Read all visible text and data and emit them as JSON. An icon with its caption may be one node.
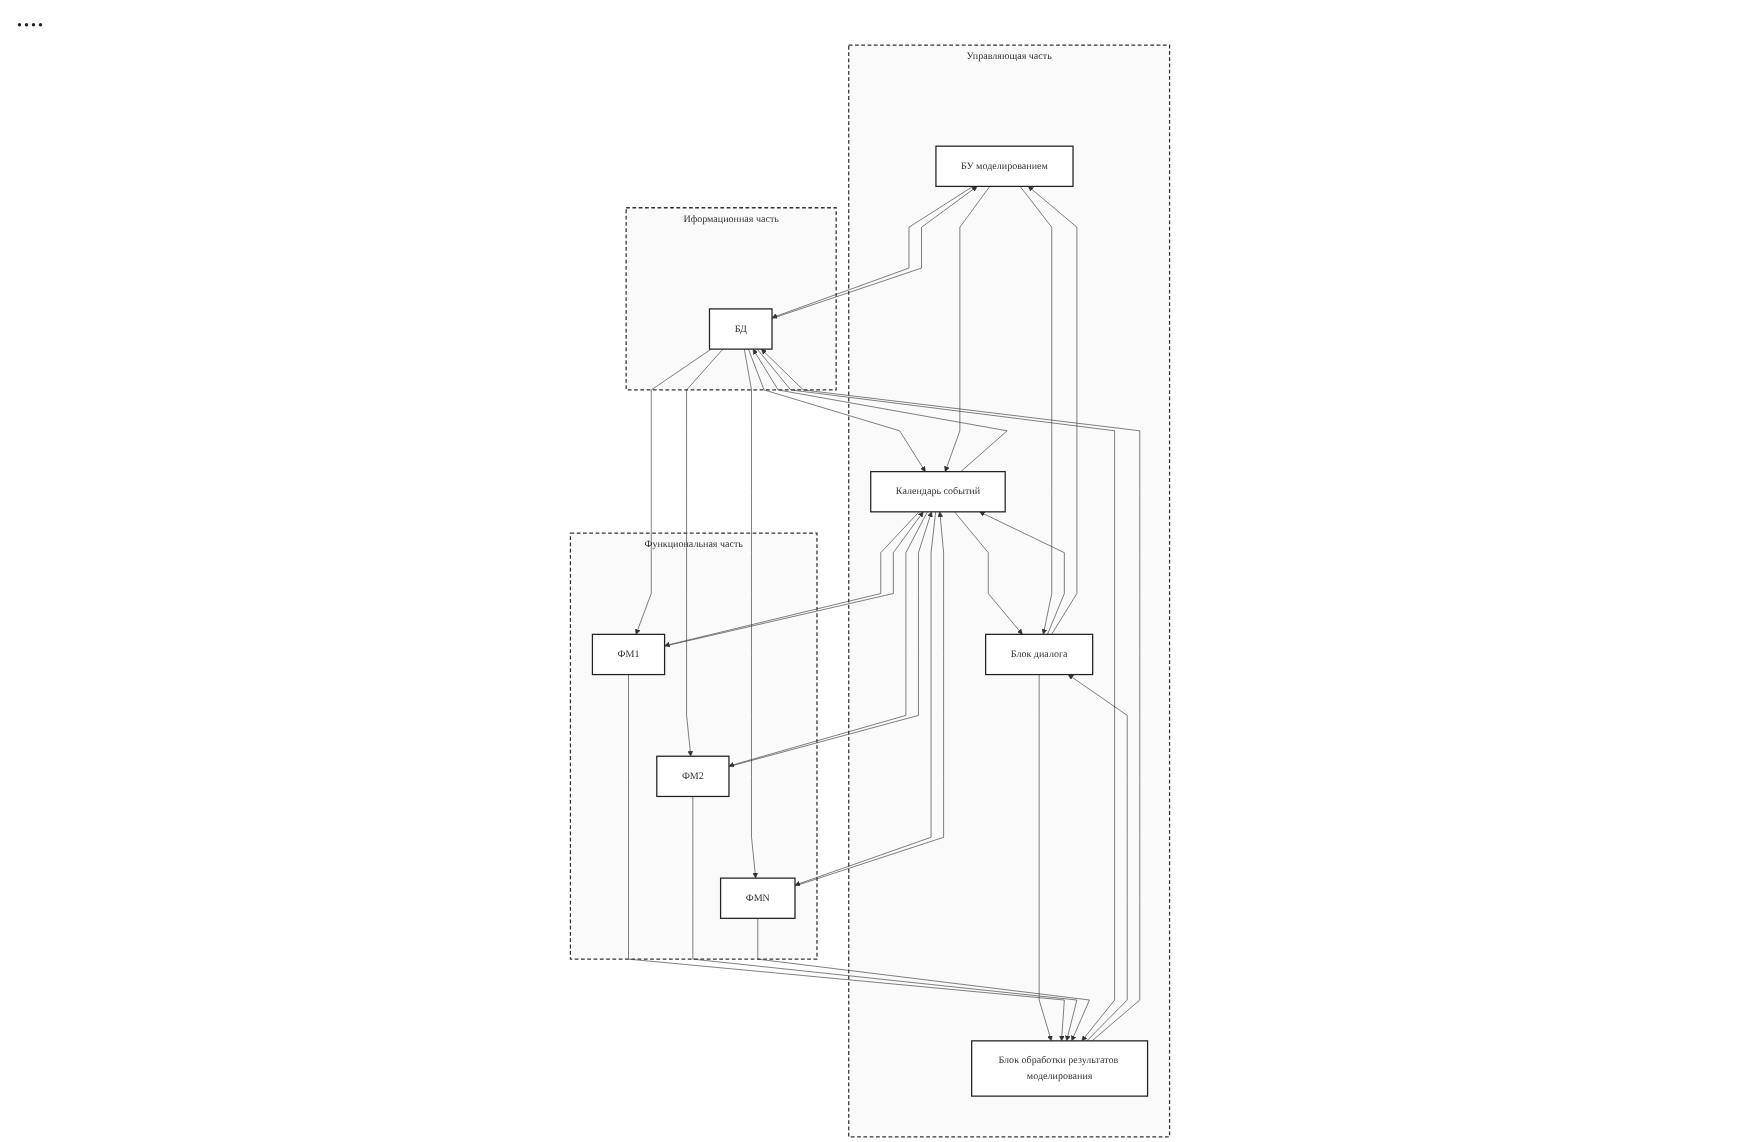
{
  "diagram": {
    "nodes": [
      {
        "text": [
          "Управляющая часть"
        ]
      },
      {
        "text": [
          "БУ моделированием"
        ],
        "in": 0
      },
      {
        "text": [
          "Календарь событий"
        ],
        "in": 0
      },
      {
        "text": [
          "Блок диалога"
        ],
        "in": 0
      },
      {
        "text": [
          "Блок обработки результатов моделирования"
        ],
        "in": 0
      },
      {
        "text": [
          "Функциональная часть"
        ]
      },
      {
        "text": [
          "ФМ1"
        ],
        "in": 5
      },
      {
        "text": [
          "ФМ2"
        ],
        "in": 5
      },
      {
        "text": [
          "ФМN"
        ],
        "in": 5
      },
      {
        "text": [
          "Иформационная часть"
        ]
      },
      {
        "text": [
          "БД"
        ],
        "in": 9
      }
    ],
    "edges": [
      {
        "from": 10,
        "to": 1,
        "arrow": "to"
      },
      {
        "from": 10,
        "to": 2,
        "arrow": "to"
      },
      {
        "from": 1,
        "to": 10,
        "arrow": "to"
      },
      {
        "from": 1,
        "to": 2,
        "arrow": "to"
      },
      {
        "from": 2,
        "to": 10,
        "arrow": "to"
      },
      {
        "from": 2,
        "to": 3,
        "arrow": "to"
      },
      {
        "from": 3,
        "to": 2,
        "arrow": "to"
      },
      {
        "from": 1,
        "to": 3,
        "arrow": "to"
      },
      {
        "from": 3,
        "to": 1,
        "arrow": "to"
      },
      {
        "from": 3,
        "to": 4,
        "arrow": "to"
      },
      {
        "from": 4,
        "to": 3,
        "arrow": "to"
      },
      {
        "from": 10,
        "to": 6,
        "arrow": "to"
      },
      {
        "from": 10,
        "to": 7,
        "arrow": "to"
      },
      {
        "from": 10,
        "to": 8,
        "arrow": "to"
      },
      {
        "from": 2,
        "to": 6,
        "arrow": "to"
      },
      {
        "from": 2,
        "to": 7,
        "arrow": "to"
      },
      {
        "from": 2,
        "to": 8,
        "arrow": "to"
      },
      {
        "from": 6,
        "to": 2,
        "arrow": "to"
      },
      {
        "from": 7,
        "to": 2,
        "arrow": "to"
      },
      {
        "from": 8,
        "to": 2,
        "arrow": "to"
      },
      {
        "from": 6,
        "to": 4,
        "arrow": "to"
      },
      {
        "from": 7,
        "to": 4,
        "arrow": "to"
      },
      {
        "from": 8,
        "to": 4,
        "arrow": "to"
      },
      {
        "from": 10,
        "to": 4,
        "arrow": "to"
      },
      {
        "from": 4,
        "to": 10,
        "arrow": "to"
      }
    ],
    "labels": [
      "...."
    ]
  }
}
